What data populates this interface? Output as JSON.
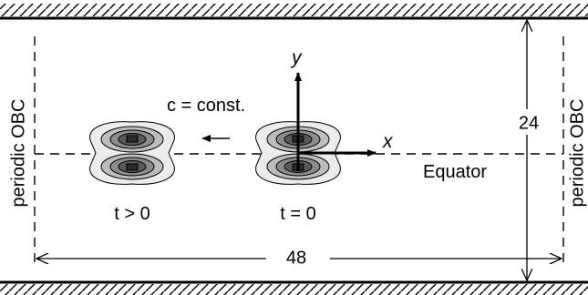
{
  "labels": {
    "left_boundary": "periodic OBC",
    "right_boundary": "periodic OBC",
    "speed": "c = const.",
    "x_axis": "x",
    "y_axis": "y",
    "equator": "Equator",
    "height": "24",
    "width": "48",
    "vortex_later": "t > 0",
    "vortex_initial": "t = 0"
  },
  "colors": {
    "ink": "#000000",
    "contour_levels": [
      "#ececec",
      "#bdbdbd",
      "#8c8c8c",
      "#5a5a5a",
      "#2a2a2a"
    ]
  }
}
